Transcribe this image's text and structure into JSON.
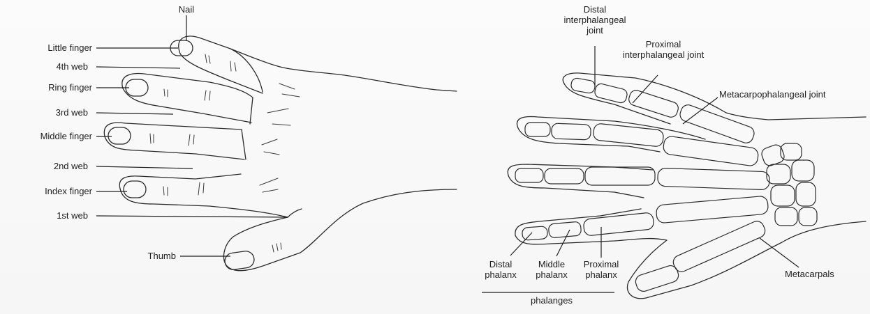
{
  "surface_labels": {
    "nail": "Nail",
    "little_finger": "Little finger",
    "web_4": "4th web",
    "ring_finger": "Ring finger",
    "web_3": "3rd web",
    "middle_finger": "Middle finger",
    "web_2": "2nd web",
    "index_finger": "Index finger",
    "web_1": "1st web",
    "thumb": "Thumb"
  },
  "bone_labels": {
    "dip_joint": "Distal interphalangeal joint",
    "pip_joint": "Proximal interphalangeal joint",
    "mcp_joint": "Metacarpophalangeal joint",
    "distal_phalanx": "Distal phalanx",
    "middle_phalanx": "Middle phalanx",
    "proximal_phalanx": "Proximal phalanx",
    "metacarpals": "Metacarpals",
    "phalanges": "phalanges"
  }
}
